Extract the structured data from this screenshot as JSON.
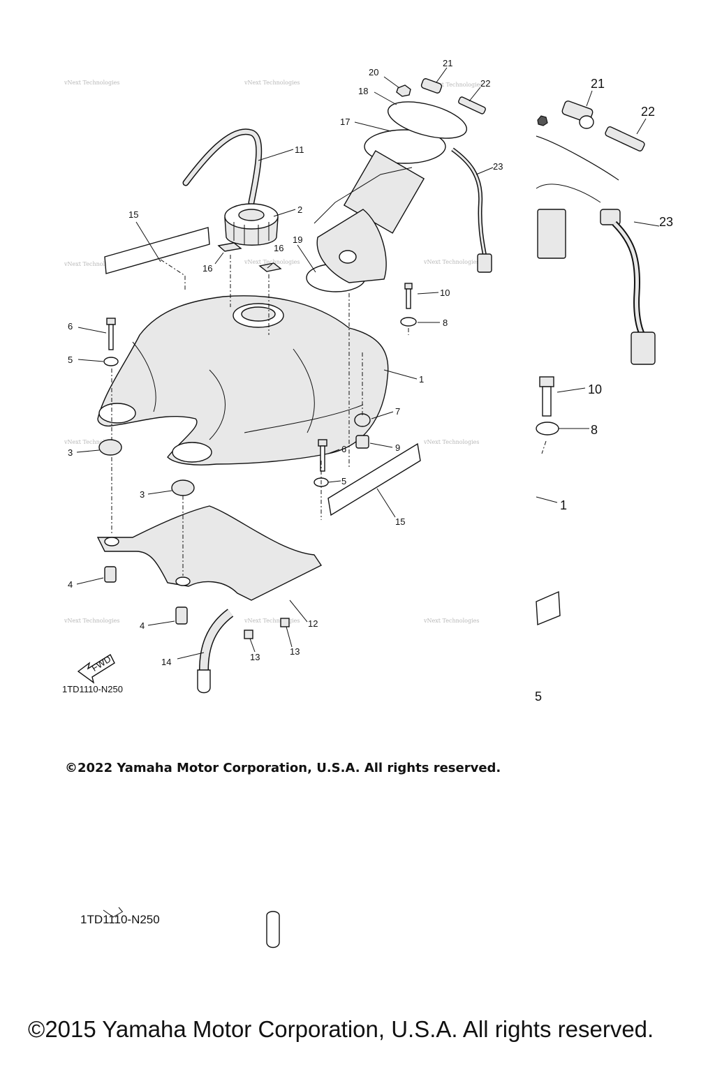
{
  "callouts": [
    "1",
    "2",
    "3",
    "3",
    "4",
    "4",
    "5",
    "5",
    "6",
    "6",
    "7",
    "8",
    "9",
    "10",
    "11",
    "12",
    "13",
    "13",
    "14",
    "15",
    "15",
    "16",
    "16",
    "17",
    "18",
    "19",
    "20",
    "21",
    "22",
    "23"
  ],
  "inset_callouts": [
    "21",
    "22",
    "23",
    "10",
    "8",
    "1",
    "5"
  ],
  "diagram_code": "1TD1110-N250",
  "diagram_code_repeat": "1TD1110-N250",
  "fwd_label": "FWD",
  "watermark": "vNext Technologies",
  "copyright_top": "©2022 Yamaha Motor Corporation, U.S.A. All rights reserved.",
  "copyright_bottom": "©2015 Yamaha Motor Corporation, U.S.A. All rights reserved."
}
